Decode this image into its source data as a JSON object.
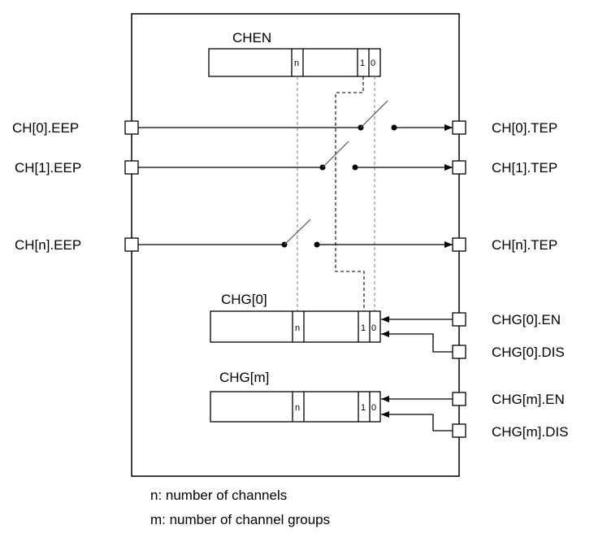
{
  "diagram": {
    "chen_register": {
      "title": "CHEN",
      "bits": [
        "n",
        "1",
        "0"
      ]
    },
    "channels": [
      {
        "event_end_point": "CH[0].EEP",
        "task_end_point": "CH[0].TEP"
      },
      {
        "event_end_point": "CH[1].EEP",
        "task_end_point": "CH[1].TEP"
      },
      {
        "event_end_point": "CH[n].EEP",
        "task_end_point": "CH[n].TEP"
      }
    ],
    "channel_groups": [
      {
        "title": "CHG[0]",
        "bits": [
          "n",
          "1",
          "0"
        ],
        "enable_task": "CHG[0].EN",
        "disable_task": "CHG[0].DIS"
      },
      {
        "title": "CHG[m]",
        "bits": [
          "n",
          "1",
          "0"
        ],
        "enable_task": "CHG[m].EN",
        "disable_task": "CHG[m].DIS"
      }
    ],
    "legend": [
      "n: number of channels",
      "m: number of channel groups"
    ]
  }
}
